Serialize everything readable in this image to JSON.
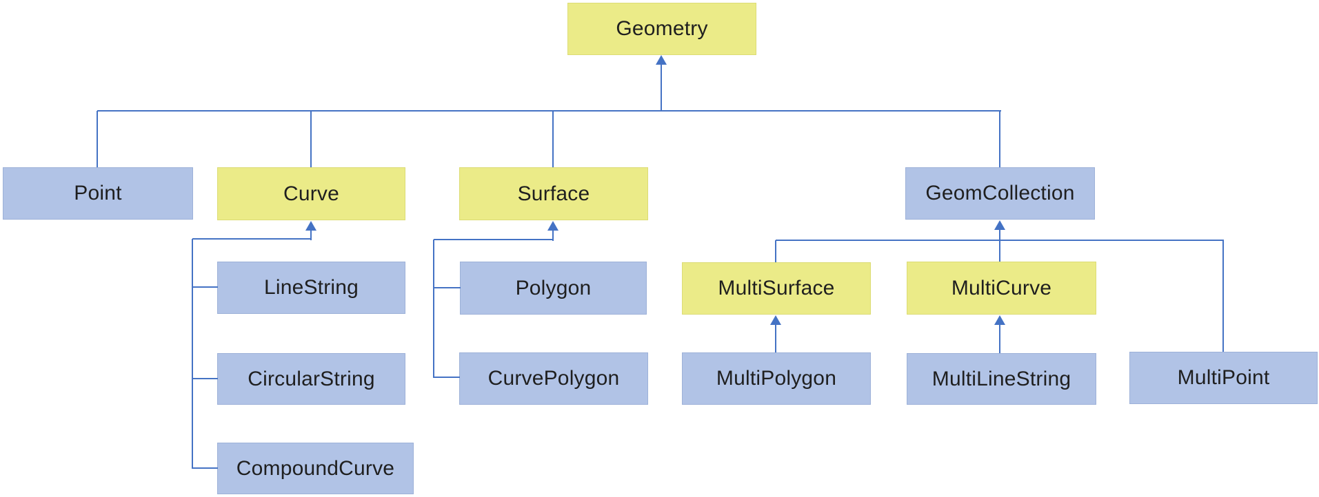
{
  "diagram": {
    "name": "geometry-type-hierarchy",
    "colors": {
      "background": "#FFFFFF",
      "highlight_fill": "#EBEB88",
      "node_fill": "#B1C3E6",
      "connector": "#4472C4",
      "text": "#1F1F1F"
    },
    "nodes": [
      {
        "id": "geometry",
        "label": "Geometry",
        "style": "highlight",
        "parent": null
      },
      {
        "id": "point",
        "label": "Point",
        "style": "normal",
        "parent": "geometry"
      },
      {
        "id": "curve",
        "label": "Curve",
        "style": "highlight",
        "parent": "geometry"
      },
      {
        "id": "surface",
        "label": "Surface",
        "style": "highlight",
        "parent": "geometry"
      },
      {
        "id": "geomcollection",
        "label": "GeomCollection",
        "style": "normal",
        "parent": "geometry"
      },
      {
        "id": "linestring",
        "label": "LineString",
        "style": "normal",
        "parent": "curve"
      },
      {
        "id": "circularstring",
        "label": "CircularString",
        "style": "normal",
        "parent": "curve"
      },
      {
        "id": "compoundcurve",
        "label": "CompoundCurve",
        "style": "normal",
        "parent": "curve"
      },
      {
        "id": "polygon",
        "label": "Polygon",
        "style": "normal",
        "parent": "surface"
      },
      {
        "id": "curvepolygon",
        "label": "CurvePolygon",
        "style": "normal",
        "parent": "surface"
      },
      {
        "id": "multisurface",
        "label": "MultiSurface",
        "style": "highlight",
        "parent": "geomcollection"
      },
      {
        "id": "multicurve",
        "label": "MultiCurve",
        "style": "highlight",
        "parent": "geomcollection"
      },
      {
        "id": "multipoint",
        "label": "MultiPoint",
        "style": "normal",
        "parent": "geomcollection"
      },
      {
        "id": "multipolygon",
        "label": "MultiPolygon",
        "style": "normal",
        "parent": "multisurface"
      },
      {
        "id": "multilinestring",
        "label": "MultiLineString",
        "style": "normal",
        "parent": "multicurve"
      }
    ]
  }
}
